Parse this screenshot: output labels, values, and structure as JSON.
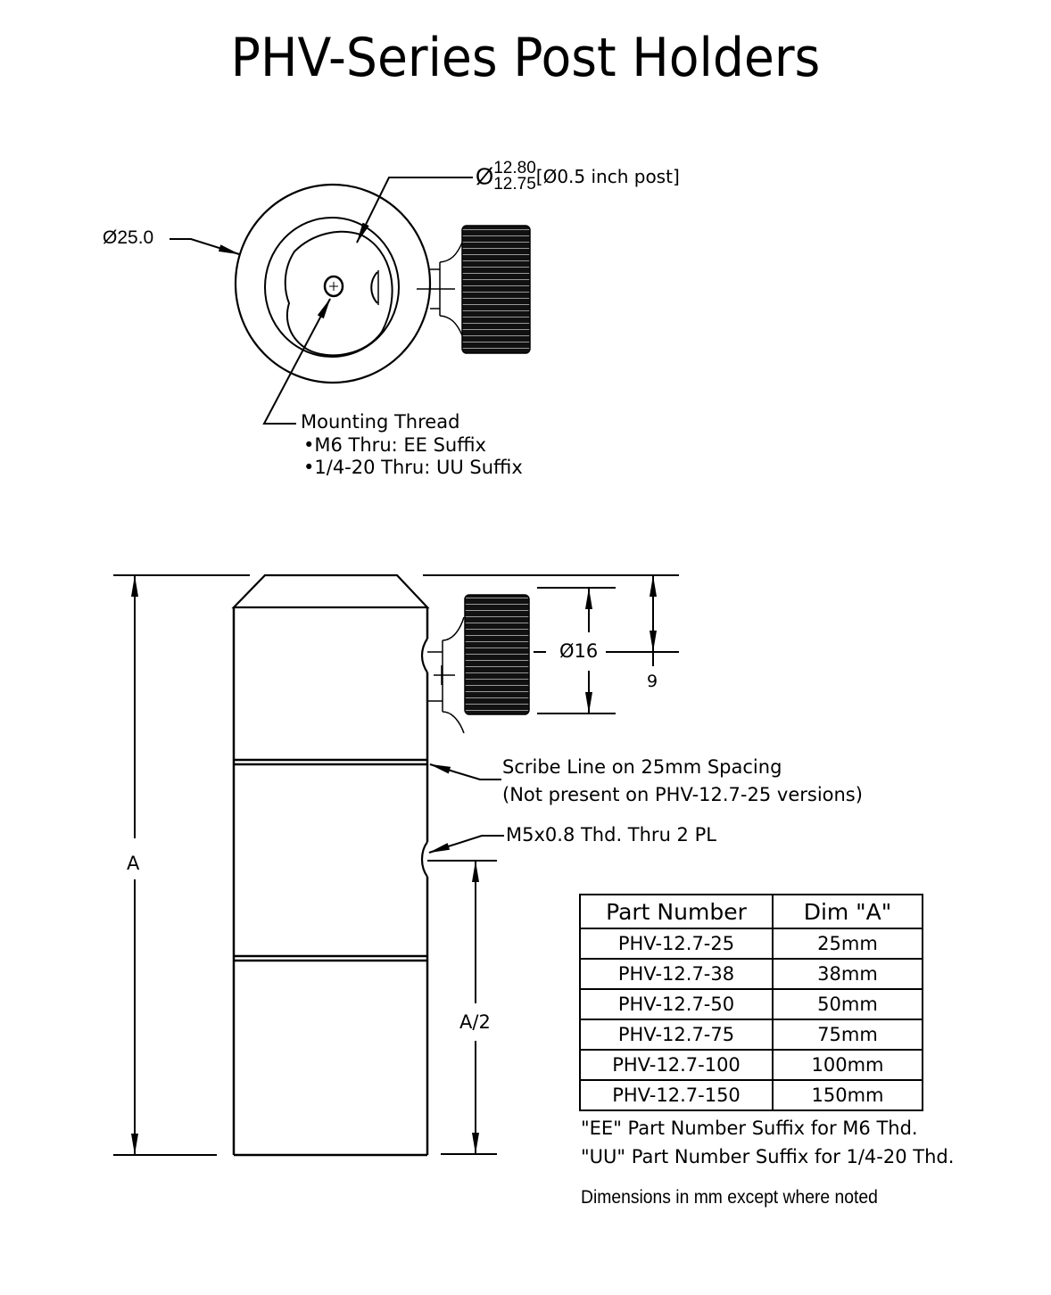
{
  "title": "PHV-Series Post Holders",
  "top_view": {
    "outer_diameter_label": "Ø25.0",
    "bore_symbol": "Ø",
    "bore_tolerance_upper": "12.80",
    "bore_tolerance_lower": "12.75",
    "bore_note": "[Ø0.5 inch post]",
    "mounting_thread": {
      "heading": "Mounting Thread",
      "items": [
        "•M6 Thru:  EE Suffix",
        "•1/4-20 Thru: UU Suffix"
      ]
    }
  },
  "side_view": {
    "knob_diameter_label": "Ø16",
    "knob_offset_label": "9",
    "overall_height_label": "A",
    "half_height_label": "A/2",
    "scribe_note": [
      "Scribe Line on 25mm Spacing",
      "(Not present on PHV-12.7-25 versions)"
    ],
    "tapped_hole_note": "M5x0.8 Thd. Thru 2 PL"
  },
  "parts_table": {
    "headers": [
      "Part Number",
      "Dim \"A\""
    ],
    "rows": [
      [
        "PHV-12.7-25",
        "25mm"
      ],
      [
        "PHV-12.7-38",
        "38mm"
      ],
      [
        "PHV-12.7-50",
        "50mm"
      ],
      [
        "PHV-12.7-75",
        "75mm"
      ],
      [
        "PHV-12.7-100",
        "100mm"
      ],
      [
        "PHV-12.7-150",
        "150mm"
      ]
    ]
  },
  "suffix_notes": [
    "\"EE\" Part Number Suffix for M6 Thd.",
    "\"UU\" Part Number Suffix for 1/4-20 Thd."
  ],
  "dimensions_note": "Dimensions in mm except where noted"
}
